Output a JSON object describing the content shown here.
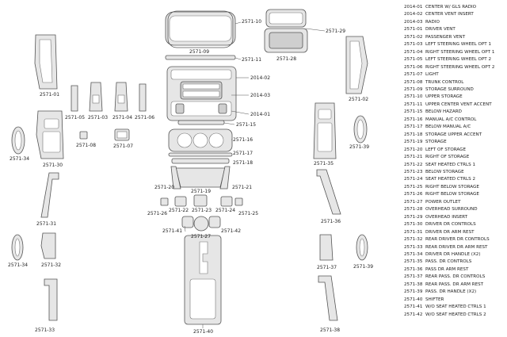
{
  "legend": [
    {
      "code": "2014-01",
      "name": "CENTER W/ GLS RADIO"
    },
    {
      "code": "2014-02",
      "name": "CENTER VENT INSERT"
    },
    {
      "code": "2014-03",
      "name": "RADIO"
    },
    {
      "code": "2571-01",
      "name": "DRIVER VENT"
    },
    {
      "code": "2571-02",
      "name": "PASSENGER VENT"
    },
    {
      "code": "2571-03",
      "name": "LEFT STEERING WHEEL OPT 1"
    },
    {
      "code": "2571-04",
      "name": "RIGHT STEERING WHEEL OPT 1"
    },
    {
      "code": "2571-05",
      "name": "LEFT STEERING WHEEL OPT 2"
    },
    {
      "code": "2571-06",
      "name": "RIGHT STEERING WHEEL OPT 2"
    },
    {
      "code": "2571-07",
      "name": "LIGHT"
    },
    {
      "code": "2571-08",
      "name": "TRUNK CONTROL"
    },
    {
      "code": "2571-09",
      "name": "STORAGE SURROUND"
    },
    {
      "code": "2571-10",
      "name": "UPPER STORAGE"
    },
    {
      "code": "2571-11",
      "name": "UPPER CENTER VENT ACCENT"
    },
    {
      "code": "2571-15",
      "name": "BELOW HAZARD"
    },
    {
      "code": "2571-16",
      "name": "MANUAL A/C CONTROL"
    },
    {
      "code": "2571-17",
      "name": "BELOW MANUAL A/C"
    },
    {
      "code": "2571-18",
      "name": "STORAGE UPPER ACCENT"
    },
    {
      "code": "2571-19",
      "name": "STORAGE"
    },
    {
      "code": "2571-20",
      "name": "LEFT OF STORAGE"
    },
    {
      "code": "2571-21",
      "name": "RIGHT OF STORAGE"
    },
    {
      "code": "2571-22",
      "name": "SEAT HEATED CTRLS 1"
    },
    {
      "code": "2571-23",
      "name": "BELOW STORAGE"
    },
    {
      "code": "2571-24",
      "name": "SEAT HEATED CTRLS 2"
    },
    {
      "code": "2571-25",
      "name": "RIGHT BELOW STORAGE"
    },
    {
      "code": "2571-26",
      "name": "RIGHT BELOW STORAGE"
    },
    {
      "code": "2571-27",
      "name": "POWER OUTLET"
    },
    {
      "code": "2571-28",
      "name": "OVERHEAD SURROUND"
    },
    {
      "code": "2571-29",
      "name": "OVERHEAD INSERT"
    },
    {
      "code": "2571-30",
      "name": "DRIVER DR CONTROLS"
    },
    {
      "code": "2571-31",
      "name": "DRIVER DR ARM REST"
    },
    {
      "code": "2571-32",
      "name": "REAR DRIVER DR CONTROLS"
    },
    {
      "code": "2571-33",
      "name": "REAR DRIVER DR ARM REST"
    },
    {
      "code": "2571-34",
      "name": "DRIVER DR HANDLE (X2)"
    },
    {
      "code": "2571-35",
      "name": "PASS. DR CONTROLS"
    },
    {
      "code": "2571-36",
      "name": "PASS DR ARM REST"
    },
    {
      "code": "2571-37",
      "name": "REAR PASS. DR CONTROLS"
    },
    {
      "code": "2571-38",
      "name": "REAR PASS. DR ARM REST"
    },
    {
      "code": "2571-39",
      "name": "PASS. DR HANDLE (X2)"
    },
    {
      "code": "2571-40",
      "name": "SHIFTER"
    },
    {
      "code": "2571-41",
      "name": "W/O SEAT HEATED CTRLS 1"
    },
    {
      "code": "2571-42",
      "name": "W/O SEAT HEATED CTRLS 2"
    }
  ],
  "callouts": {
    "c2571_10": "2571-10",
    "c2571_29": "2571-29",
    "c2571_09": "2571-09",
    "c2571_11": "2571-11",
    "c2571_28": "2571-28",
    "c2014_02": "2014-02",
    "c2014_03": "2014-03",
    "c2014_01": "2014-01",
    "c2571_15": "2571-15",
    "c2571_16": "2571-16",
    "c2571_17": "2571-17",
    "c2571_18": "2571-18",
    "c2571_01": "2571-01",
    "c2571_02": "2571-02",
    "c2571_05": "2571-05",
    "c2571_03": "2571-03",
    "c2571_04": "2571-04",
    "c2571_06": "2571-06",
    "c2571_08": "2571-08",
    "c2571_07": "2571-07",
    "c2571_34a": "2571-34",
    "c2571_30": "2571-30",
    "c2571_35": "2571-35",
    "c2571_39a": "2571-39",
    "c2571_20": "2571-20",
    "c2571_19": "2571-19",
    "c2571_21": "2571-21",
    "c2571_26": "2571-26",
    "c2571_22": "2571-22",
    "c2571_23": "2571-23",
    "c2571_24": "2571-24",
    "c2571_25": "2571-25",
    "c2571_41": "2571-41",
    "c2571_27": "2571-27",
    "c2571_42": "2571-42",
    "c2571_31": "2571-31",
    "c2571_36": "2571-36",
    "c2571_34b": "2571-34",
    "c2571_32": "2571-32",
    "c2571_37": "2571-37",
    "c2571_39b": "2571-39",
    "c2571_33": "2571-33",
    "c2571_40": "2571-40",
    "c2571_38": "2571-38"
  }
}
